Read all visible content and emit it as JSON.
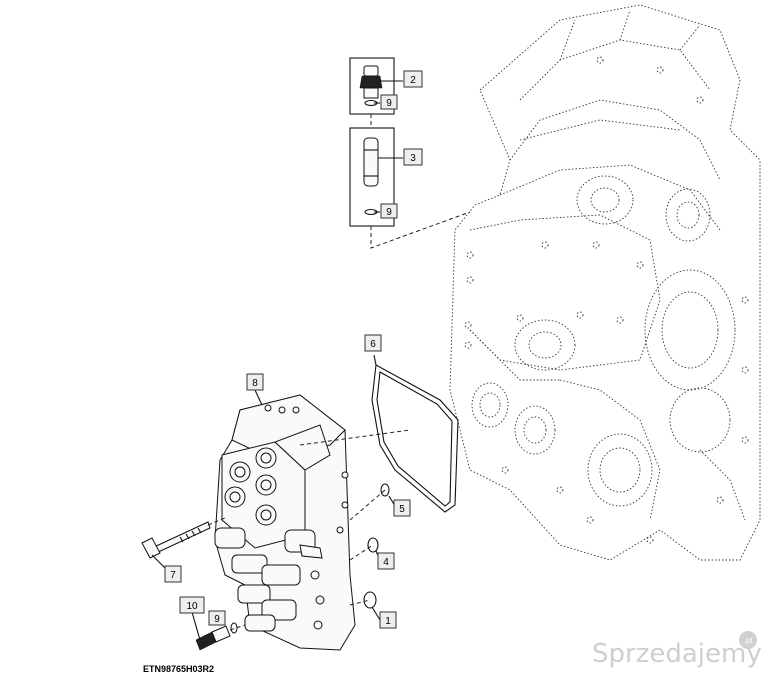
{
  "diagram": {
    "reference_code": "ETN98765H03R2",
    "watermark": "Sprzedajemy",
    "watermark_suffix": ".pl",
    "callouts": [
      {
        "id": "1",
        "label": "1"
      },
      {
        "id": "2",
        "label": "2"
      },
      {
        "id": "3",
        "label": "3"
      },
      {
        "id": "4",
        "label": "4"
      },
      {
        "id": "5",
        "label": "5"
      },
      {
        "id": "6",
        "label": "6"
      },
      {
        "id": "7",
        "label": "7"
      },
      {
        "id": "8",
        "label": "8"
      },
      {
        "id": "9a",
        "label": "9"
      },
      {
        "id": "9b",
        "label": "9"
      },
      {
        "id": "9c",
        "label": "9"
      },
      {
        "id": "10",
        "label": "10"
      }
    ]
  }
}
